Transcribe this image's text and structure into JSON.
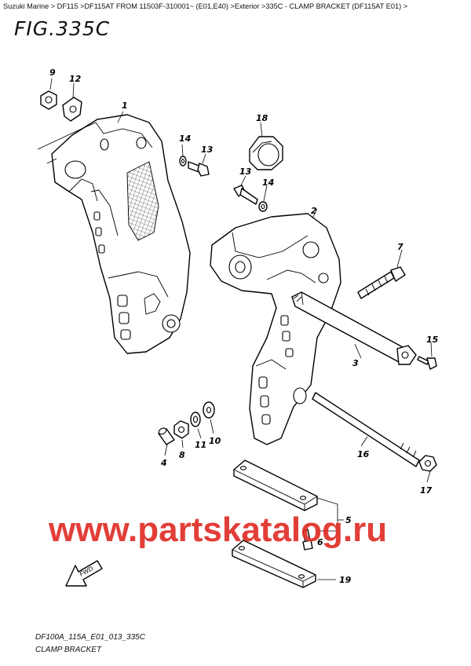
{
  "breadcrumb": "Suzuki Marine > DF115 >DF115AT FROM 11503F-310001~ (E01,E40) >Exterior >335C - CLAMP BRACKET (DF115AT E01) >",
  "figure_title": "FIG.335C",
  "diagram_code": "DF100A_115A_E01_013_335C",
  "caption": "CLAMP BRACKET",
  "watermark": "www.partskatalog.ru",
  "fwd_label": "FWD",
  "callouts": {
    "c1": "1",
    "c2": "2",
    "c3": "3",
    "c4": "4",
    "c5": "5",
    "c6": "6",
    "c7": "7",
    "c8": "8",
    "c9": "9",
    "c10": "10",
    "c11": "11",
    "c12": "12",
    "c13a": "13",
    "c13b": "13",
    "c14a": "14",
    "c14b": "14",
    "c15": "15",
    "c16": "16",
    "c17": "17",
    "c18": "18",
    "c19": "19"
  },
  "colors": {
    "watermark": "#e0302a",
    "ink": "#000000"
  }
}
